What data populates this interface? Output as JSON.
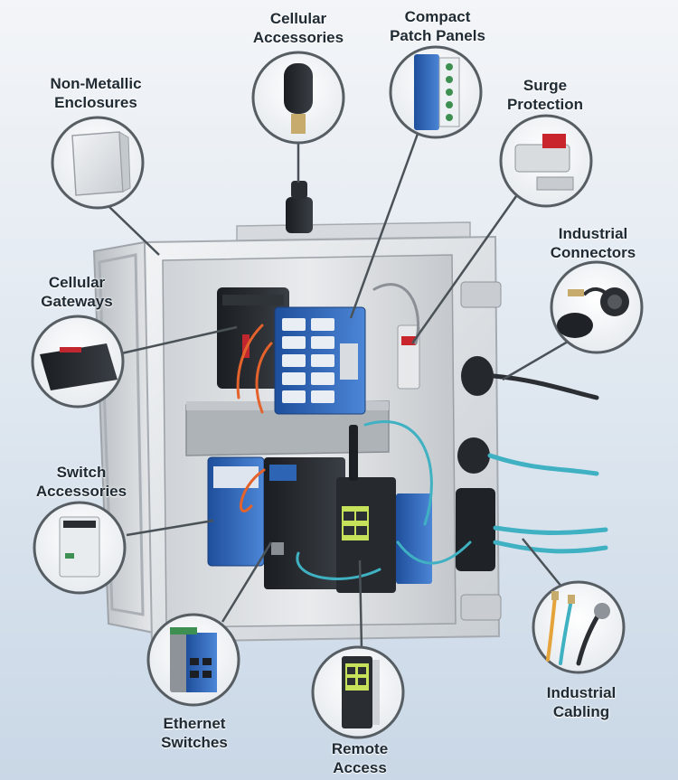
{
  "colors": {
    "enclosure": "#e3e6e9",
    "panel_blue": "#2c63b5",
    "fiber_orange": "#e4622b",
    "cable_cyan": "#3fb1c2",
    "label_text": "#1f2a33"
  },
  "callouts": {
    "cellular_accessories": {
      "line1": "Cellular",
      "line2": "Accessories",
      "icon": "antenna-icon"
    },
    "compact_patch_panels": {
      "line1": "Compact",
      "line2": "Patch Panels",
      "icon": "patch-panel-icon"
    },
    "non_metallic_enclosures": {
      "line1": "Non-Metallic",
      "line2": "Enclosures",
      "icon": "enclosure-box-icon"
    },
    "surge_protection": {
      "line1": "Surge",
      "line2": "Protection",
      "icon": "surge-protector-icon"
    },
    "industrial_connectors": {
      "line1": "Industrial",
      "line2": "Connectors",
      "icon": "connector-icon"
    },
    "cellular_gateways": {
      "line1": "Cellular",
      "line2": "Gateways",
      "icon": "gateway-icon"
    },
    "switch_accessories": {
      "line1": "Switch",
      "line2": "Accessories",
      "icon": "power-supply-icon"
    },
    "ethernet_switches": {
      "line1": "Ethernet",
      "line2": "Switches",
      "icon": "ethernet-switch-icon"
    },
    "remote_access": {
      "line1": "Remote",
      "line2": "Access",
      "icon": "remote-access-icon"
    },
    "industrial_cabling": {
      "line1": "Industrial",
      "line2": "Cabling",
      "icon": "cabling-icon"
    }
  }
}
